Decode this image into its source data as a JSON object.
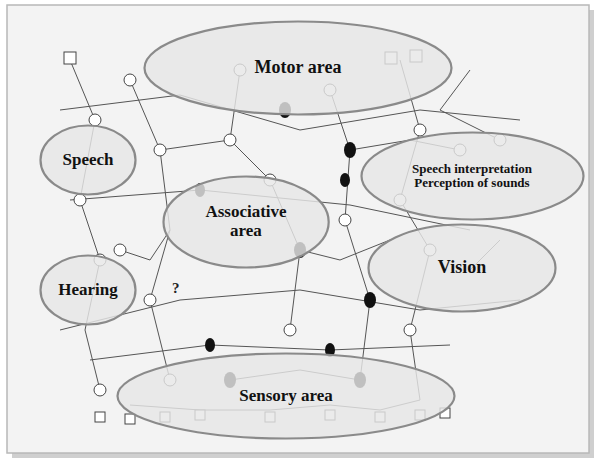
{
  "diagram": {
    "nodes": [
      {
        "text": [
          "Motor area"
        ]
      },
      {
        "text": [
          "Speech"
        ]
      },
      {
        "text": [
          "Associative area"
        ]
      },
      {
        "text": [
          "Speech interpretation Perception of sounds"
        ]
      },
      {
        "text": [
          "Hearing"
        ]
      },
      {
        "text": [
          "Vision"
        ]
      },
      {
        "text": [
          "Sensory area"
        ]
      }
    ],
    "labels": [
      "?"
    ]
  }
}
